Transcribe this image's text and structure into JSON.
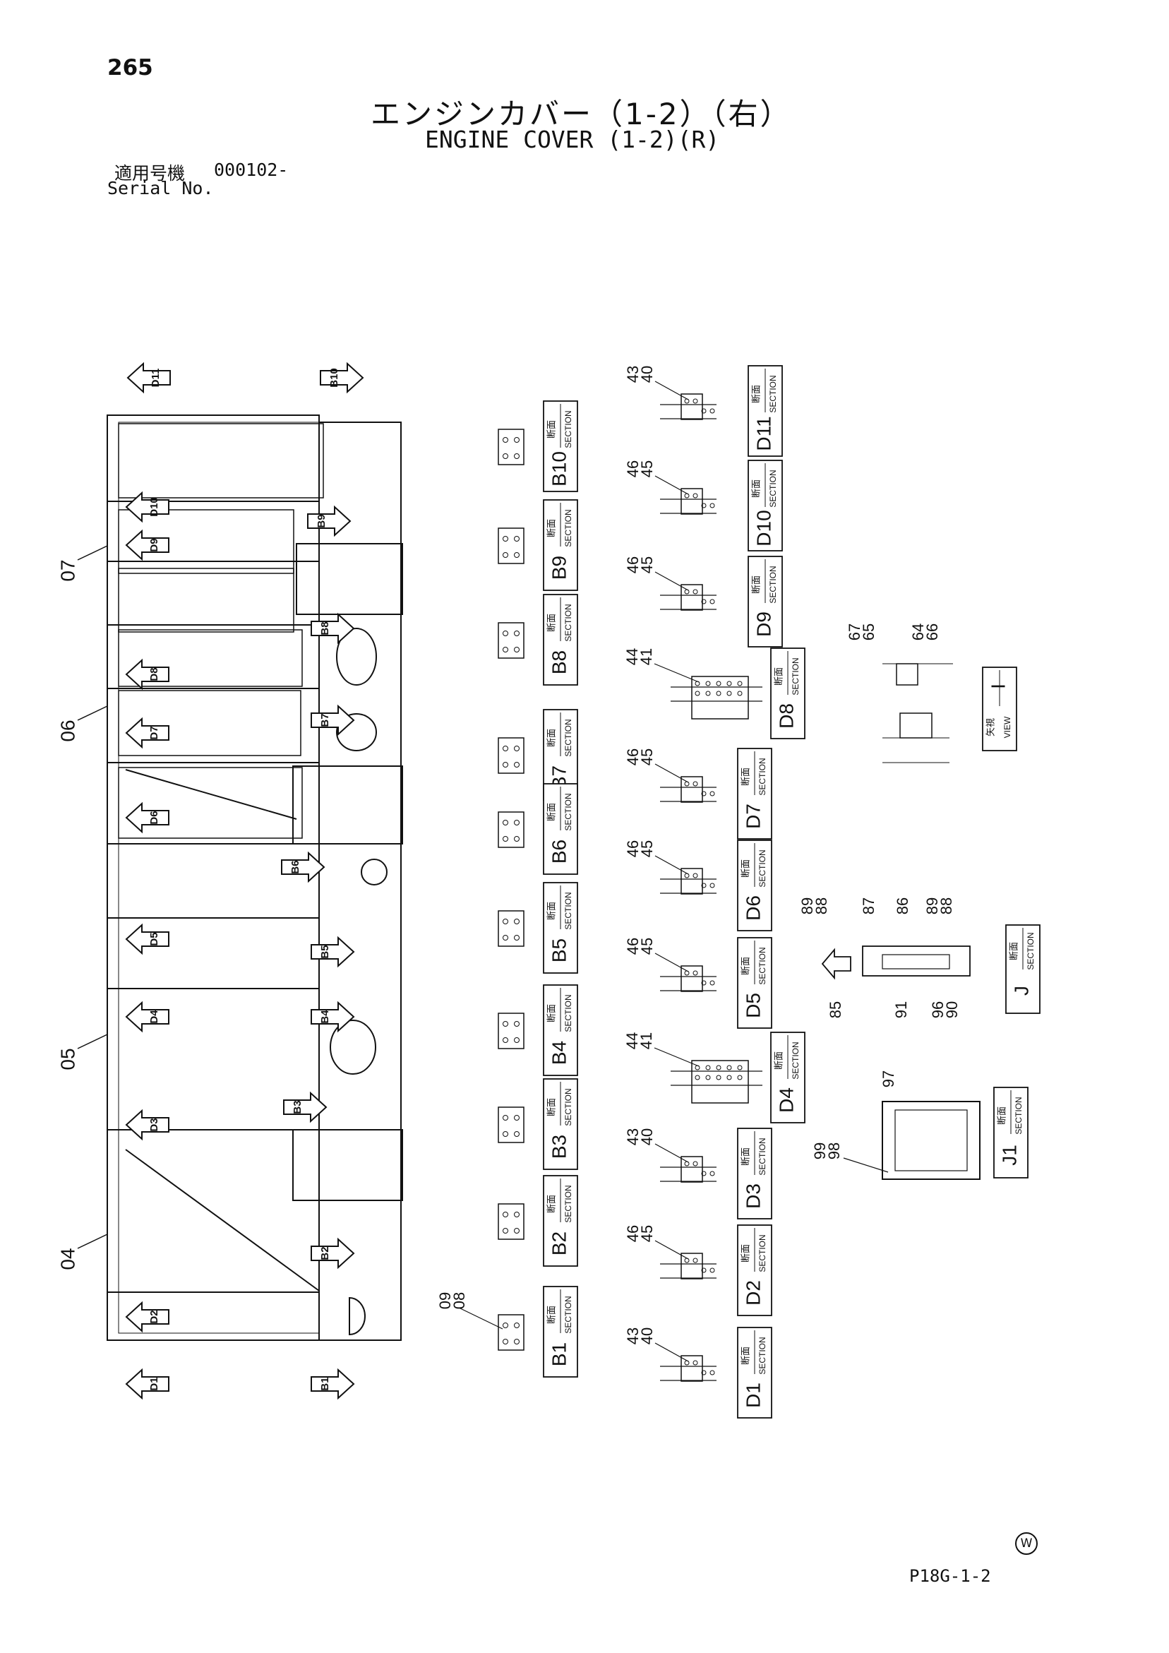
{
  "page_number": "265",
  "title_jp": "エンジンカバー（1-2）（右）",
  "title_en": "ENGINE COVER (1-2)(R)",
  "serial_label_jp": "適用号機",
  "serial_value": "000102-",
  "serial_label_en": "Serial No.",
  "footer_code": "P18G-1-2",
  "w_mark": "W",
  "section_jp": "断面",
  "section_en": "SECTION",
  "view_jp": "矢視",
  "view_en": "VIEW",
  "frame_parts": [
    "07",
    "06",
    "05",
    "04"
  ],
  "arrows_left": [
    "D11",
    "D10",
    "D9",
    "D8",
    "D7",
    "D6",
    "D5",
    "D4",
    "D3",
    "D2",
    "D1"
  ],
  "arrows_right": [
    "B10",
    "B9",
    "B8",
    "B7",
    "B6",
    "B5",
    "B4",
    "B3",
    "B2",
    "B1"
  ],
  "b_sections": [
    {
      "id": "B10",
      "parts": []
    },
    {
      "id": "B9",
      "parts": []
    },
    {
      "id": "B8",
      "parts": []
    },
    {
      "id": "B7",
      "parts": []
    },
    {
      "id": "B6",
      "parts": []
    },
    {
      "id": "B5",
      "parts": []
    },
    {
      "id": "B4",
      "parts": []
    },
    {
      "id": "B3",
      "parts": []
    },
    {
      "id": "B2",
      "parts": []
    },
    {
      "id": "B1",
      "parts": [
        "09",
        "08"
      ]
    }
  ],
  "d_sections": [
    {
      "id": "D11",
      "parts": [
        "43",
        "40"
      ]
    },
    {
      "id": "D10",
      "parts": [
        "46",
        "45"
      ]
    },
    {
      "id": "D9",
      "parts": [
        "46",
        "45"
      ]
    },
    {
      "id": "D8",
      "parts": [
        "44",
        "41"
      ]
    },
    {
      "id": "D7",
      "parts": [
        "46",
        "45"
      ]
    },
    {
      "id": "D6",
      "parts": [
        "46",
        "45"
      ]
    },
    {
      "id": "D5",
      "parts": [
        "46",
        "45"
      ]
    },
    {
      "id": "D4",
      "parts": [
        "44",
        "41"
      ]
    },
    {
      "id": "D3",
      "parts": [
        "43",
        "40"
      ]
    },
    {
      "id": "D2",
      "parts": [
        "46",
        "45"
      ]
    },
    {
      "id": "D1",
      "parts": [
        "43",
        "40"
      ]
    }
  ],
  "view_i": {
    "id": "I",
    "parts": [
      "67",
      "65",
      "64",
      "66"
    ]
  },
  "section_j": {
    "id": "J",
    "parts": [
      "89",
      "88",
      "87",
      "86",
      "89",
      "88",
      "85",
      "91",
      "96",
      "90"
    ]
  },
  "section_j1": {
    "id": "J1",
    "parts": [
      "97",
      "99",
      "98"
    ]
  }
}
